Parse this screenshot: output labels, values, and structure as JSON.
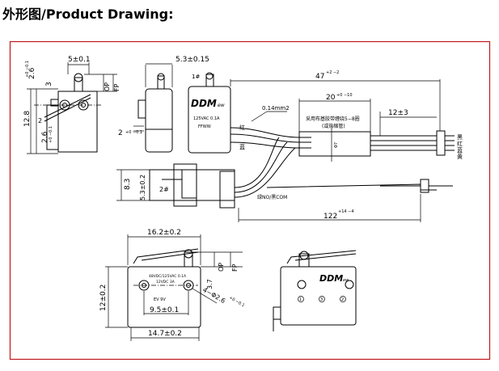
{
  "heading": "外形图/Product Drawing:",
  "colors": {
    "frame": "#c0181b",
    "ink": "#000000",
    "background": "#ffffff"
  },
  "top_left_view": {
    "dim_width": "5±0.1",
    "dim_h1": "2.6",
    "dim_h1_tol": "+0 −0.1",
    "dim_h2": "3",
    "dim_h3": "12.8",
    "dim_h4": "2.6",
    "dim_h4_tol": "+0 −0.1",
    "dim_angle": "2",
    "label_op": "OP",
    "label_fp": "FP"
  },
  "top_mid_view": {
    "dim_width": "5.3±0.15",
    "dim_small": "2",
    "dim_small_tol": "+0 −0.1"
  },
  "top_right_view": {
    "pin_label": "1#",
    "brand": "DDM",
    "brand_suffix": "ew",
    "rating": "125VAC 0.1A",
    "marks": "FFWW",
    "wire_spec": "0.14mm2",
    "dim_total": "47",
    "dim_total_tol": "+2 −2",
    "dim_mid": "20",
    "dim_mid_tol": "+0 −10",
    "dim_end": "12±3",
    "tube_note": "采用布基胶带缠绕5−8圈",
    "tube_note2": "(或热缩管)",
    "dim_tube": "Φ7",
    "wire_red": "红",
    "wire_blue": "蓝",
    "wire_black": "黑",
    "wire_red2": "红",
    "wire_blue2": "蓝",
    "wire_yellow": "黄"
  },
  "side_view": {
    "pin_label": "2#",
    "dim_a": "8.3",
    "dim_b": "5.3±0.2",
    "wire_label": "绿NO/黑COM",
    "dim_length": "122",
    "dim_length_tol": "+14 −4"
  },
  "bottom_left_view": {
    "dim_width": "16.2±0.2",
    "dim_height": "12±0.2",
    "dim_hole_pitch": "9.5±0.1",
    "dim_base": "14.7±0.2",
    "dim_hole": "4−Φ2.6",
    "dim_hole_tol": "+0 −0.1",
    "dim_small": "3.7",
    "label_op": "OP",
    "label_fp": "FP",
    "rating1": "48VDC/125VAC 0.1A",
    "rating2": "12VDC 3A",
    "marks": "EV 9V"
  },
  "bottom_right_view": {
    "brand": "DDM",
    "brand_suffix": "ew",
    "term1": "1",
    "term2": "2",
    "term3": "3"
  }
}
